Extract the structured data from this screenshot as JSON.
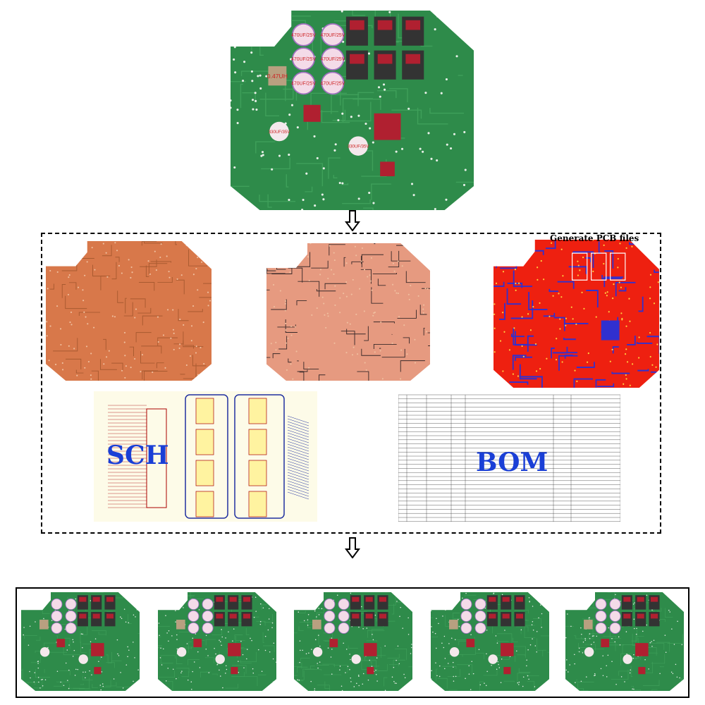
{
  "top_board": {
    "components": {
      "cap_large": "470UF/25V",
      "inductor": "0.47UH",
      "cap_small": "330UF/35V"
    },
    "colors": {
      "pcb_green": "#2e8b4a",
      "chip": "#b02030"
    }
  },
  "process": {
    "generate_label": "Generate PCB files",
    "sch_label": "SCH",
    "bom_label": "BOM",
    "colors": {
      "copper": "#d8784a",
      "copper_light": "#e69a80",
      "layout_red": "#ee2010",
      "layout_blue": "#3030d0",
      "label_blue": "#1a3fd6"
    }
  },
  "output": {
    "board_count": 5
  }
}
